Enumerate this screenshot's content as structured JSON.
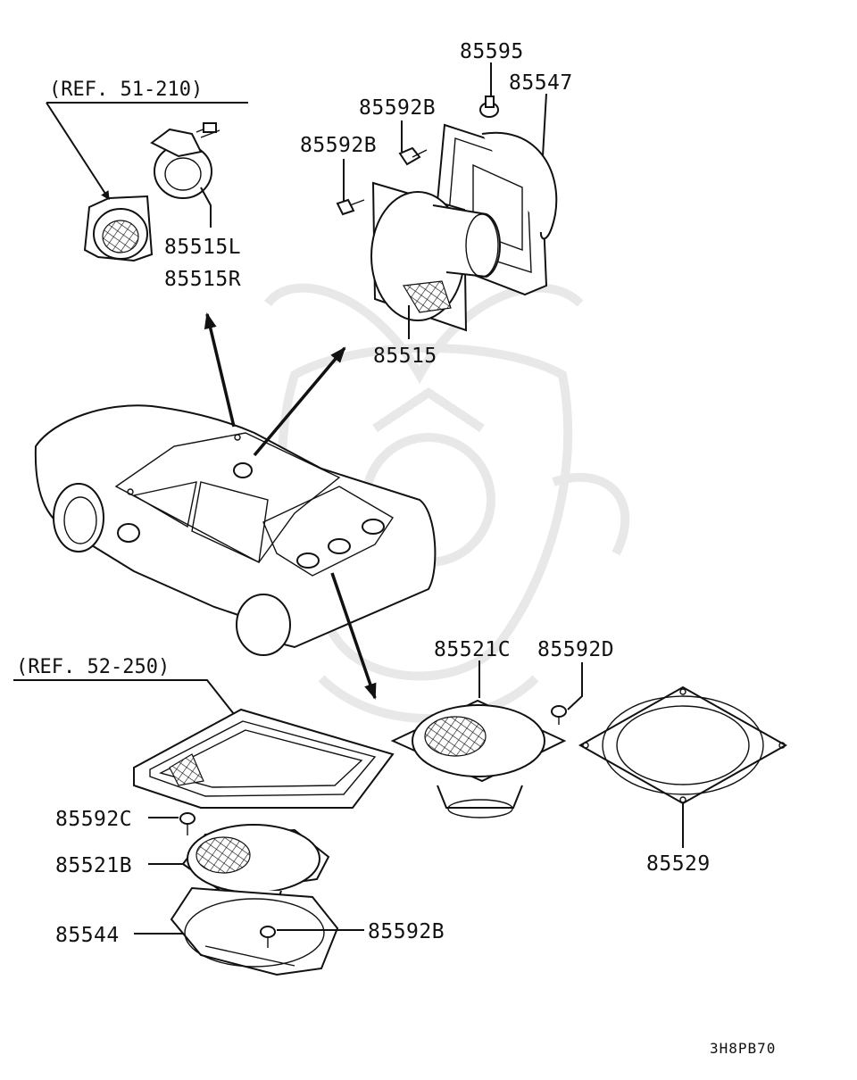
{
  "diagram": {
    "callouts": {
      "ref_51_210": "(REF. 51-210)",
      "ref_52_250": "(REF. 52-250)",
      "p85595": "85595",
      "p85547": "85547",
      "p85592B_top1": "85592B",
      "p85592B_top2": "85592B",
      "p85515L": "85515L",
      "p85515R": "85515R",
      "p85515": "85515",
      "p85521C": "85521C",
      "p85592D": "85592D",
      "p85529": "85529",
      "p85592C": "85592C",
      "p85521B": "85521B",
      "p85544": "85544",
      "p85592B_bottom": "85592B"
    },
    "diagram_code": "3H8PB70"
  }
}
